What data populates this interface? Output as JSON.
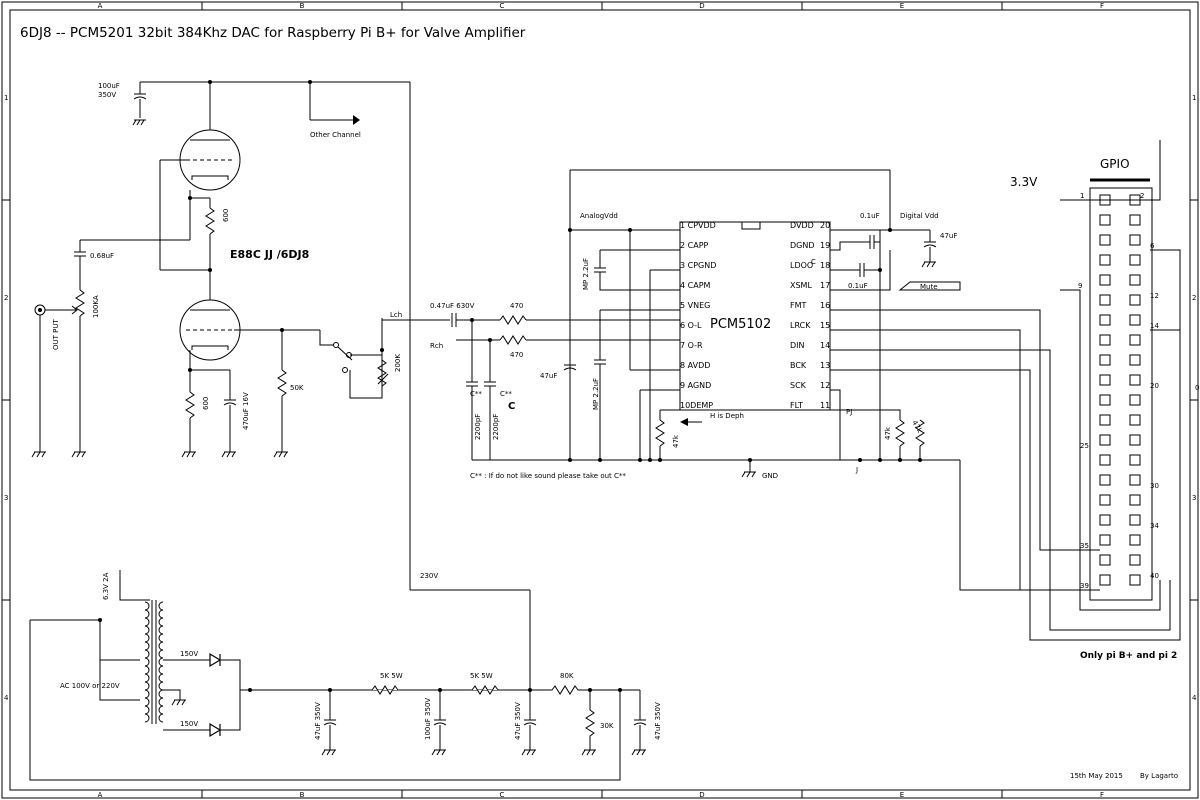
{
  "title": "6DJ8  -- PCM5201 32bit 384Khz DAC for Raspberry Pi B+  for Valve Amplifier",
  "border": {
    "cols": [
      "A",
      "B",
      "C",
      "D",
      "E",
      "F"
    ],
    "rows": [
      "1",
      "2",
      "3",
      "4"
    ],
    "right_mid_label": "0"
  },
  "footer": {
    "date": "15th May 2015",
    "author": "By Lagarto"
  },
  "chip": {
    "name": "PCM5102",
    "left_pins": [
      "1  CPVDD",
      "2  CAPP",
      "3  CPGND",
      "4  CAPM",
      "5  VNEG",
      "6  O-L",
      "7  O-R",
      "8  AVDD",
      "9  AGND",
      "10DEMP"
    ],
    "right_pins": [
      {
        "name": "DVDD",
        "num": "20"
      },
      {
        "name": "DGND",
        "num": "19"
      },
      {
        "name": "LDOO",
        "num": "18"
      },
      {
        "name": "XSML",
        "num": "17"
      },
      {
        "name": "FMT",
        "num": "16"
      },
      {
        "name": "LRCK",
        "num": "15"
      },
      {
        "name": "DIN",
        "num": "14"
      },
      {
        "name": "BCK",
        "num": "13"
      },
      {
        "name": "SCK",
        "num": "12"
      },
      {
        "name": "FLT",
        "num": "11"
      }
    ],
    "ldoo_c": "C"
  },
  "gpio": {
    "title": "GPIO",
    "pin_labels": [
      "1",
      "2",
      "6",
      "9",
      "12",
      "14",
      "20",
      "25",
      "30",
      "34",
      "35",
      "39",
      "40"
    ],
    "note": "Only pi B+ and pi 2"
  },
  "labels": {
    "supply_3v3": "3.3V",
    "analog_vdd": "AnalogVdd",
    "digital_vdd": "Digital Vdd",
    "cap_01uf_a": "0.1uF",
    "cap_01uf_b": "0.1uF",
    "cap_47uf_digital": "47uF",
    "mute": "Mute",
    "cap_mp22_a": "MP 2.2uF",
    "cap_mp22_b": "MP 2.2uF",
    "cap_47uf_analog": "47uF",
    "h_is_deph": "H is Deph",
    "pj": "PJ",
    "j": "J",
    "res_47k_a": "47k",
    "res_47k_b": "47k",
    "res_47k_c": "47k",
    "gnd": "GND",
    "c_note": "C** : If do not like sound please take out C**",
    "lch": "Lch",
    "rch": "Rch",
    "coupling": "0.47uF 630V",
    "res_470_a": "470",
    "res_470_b": "470",
    "c_star_a": "C**",
    "c_star_b": "C**",
    "c_big": "C",
    "cap_2200_a": "2200pF",
    "cap_2200_b": "2200pF",
    "res_200k": "200K",
    "supply_cap": "100uF",
    "supply_cap_v": "350V",
    "other_channel": "Other Channel",
    "tube": "E88C JJ /6DJ8",
    "res_600_top": "600",
    "res_600_bot": "600",
    "cap_068": "0.68uF",
    "pot_100k": "100KA",
    "output": "OUT PUT",
    "cap_470uf": "470uF 16V",
    "res_50k": "50K",
    "hv_230": "230V",
    "heater": "6.3V 2A",
    "mains": "AC 100V or 220V",
    "sec_150a": "150V",
    "sec_150b": "150V",
    "res_5k_a": "5K 5W",
    "res_5k_b": "5K 5W",
    "res_80k": "80K",
    "res_30k": "30K",
    "cap_47_350_a": "47uF 350V",
    "cap_100_350": "100uF 350V",
    "cap_47_350_b": "47uF 350V",
    "cap_47_350_c": "47uF 350V"
  }
}
